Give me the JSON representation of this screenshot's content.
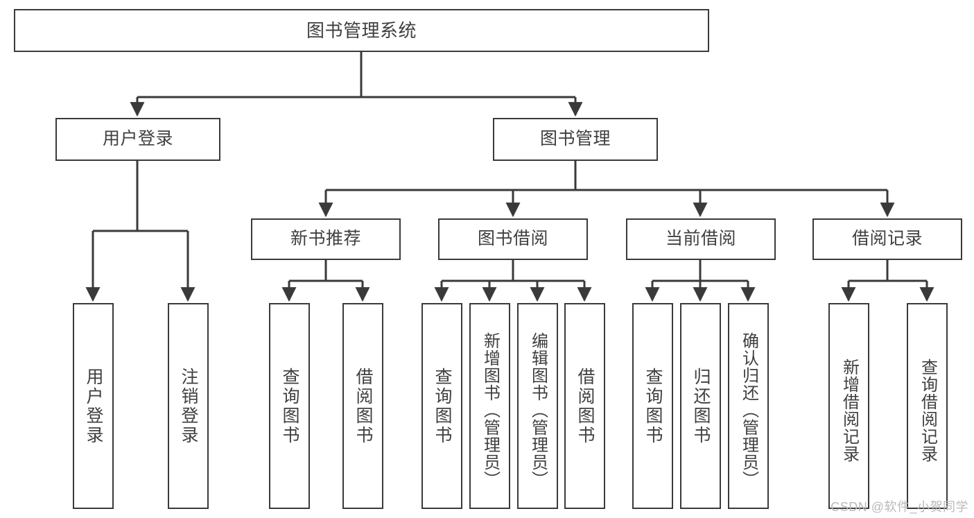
{
  "diagram": {
    "type": "tree",
    "title": "图书管理系统",
    "colors": {
      "box_border": "#3a3a3a",
      "box_fill": "#ffffff",
      "text": "#3f3f3f",
      "edge": "#3a3a3a",
      "background": "#ffffff",
      "watermark": "#b9b9b9"
    },
    "watermark": "CSDN @软件_小贺同学",
    "nodes": {
      "root": {
        "label": "图书管理系统"
      },
      "level2": [
        {
          "id": "user-login",
          "label": "用户登录"
        },
        {
          "id": "book-manage",
          "label": "图书管理"
        }
      ],
      "level3": [
        {
          "id": "new-book-recommend",
          "label": "新书推荐"
        },
        {
          "id": "book-borrow",
          "label": "图书借阅"
        },
        {
          "id": "current-borrow",
          "label": "当前借阅"
        },
        {
          "id": "borrow-record",
          "label": "借阅记录"
        }
      ],
      "leaves": {
        "user-login": [
          {
            "id": "leaf-user-login",
            "label": "用户登录"
          },
          {
            "id": "leaf-logout",
            "label": "注销登录"
          }
        ],
        "new-book-recommend": [
          {
            "id": "leaf-query-book-1",
            "label": "查询图书"
          },
          {
            "id": "leaf-borrow-book-1",
            "label": "借阅图书"
          }
        ],
        "book-borrow": [
          {
            "id": "leaf-query-book-2",
            "label": "查询图书"
          },
          {
            "id": "leaf-add-book",
            "label": "新增图书（管理员）"
          },
          {
            "id": "leaf-edit-book",
            "label": "编辑图书（管理员）"
          },
          {
            "id": "leaf-borrow-book-2",
            "label": "借阅图书"
          }
        ],
        "current-borrow": [
          {
            "id": "leaf-query-book-3",
            "label": "查询图书"
          },
          {
            "id": "leaf-return-book",
            "label": "归还图书"
          },
          {
            "id": "leaf-confirm-return",
            "label": "确认归还（管理员）"
          }
        ],
        "borrow-record": [
          {
            "id": "leaf-add-record",
            "label": "新增借阅记录"
          },
          {
            "id": "leaf-query-record",
            "label": "查询借阅记录"
          }
        ]
      }
    },
    "edges": [
      {
        "from": "root",
        "to": "user-login"
      },
      {
        "from": "root",
        "to": "book-manage"
      },
      {
        "from": "user-login",
        "to": "leaf-user-login"
      },
      {
        "from": "user-login",
        "to": "leaf-logout"
      },
      {
        "from": "book-manage",
        "to": "new-book-recommend"
      },
      {
        "from": "book-manage",
        "to": "book-borrow"
      },
      {
        "from": "book-manage",
        "to": "current-borrow"
      },
      {
        "from": "book-manage",
        "to": "borrow-record"
      },
      {
        "from": "new-book-recommend",
        "to": "leaf-query-book-1"
      },
      {
        "from": "new-book-recommend",
        "to": "leaf-borrow-book-1"
      },
      {
        "from": "book-borrow",
        "to": "leaf-query-book-2"
      },
      {
        "from": "book-borrow",
        "to": "leaf-add-book"
      },
      {
        "from": "book-borrow",
        "to": "leaf-edit-book"
      },
      {
        "from": "book-borrow",
        "to": "leaf-borrow-book-2"
      },
      {
        "from": "current-borrow",
        "to": "leaf-query-book-3"
      },
      {
        "from": "current-borrow",
        "to": "leaf-return-book"
      },
      {
        "from": "current-borrow",
        "to": "leaf-confirm-return"
      },
      {
        "from": "borrow-record",
        "to": "leaf-add-record"
      },
      {
        "from": "borrow-record",
        "to": "leaf-query-record"
      }
    ]
  }
}
